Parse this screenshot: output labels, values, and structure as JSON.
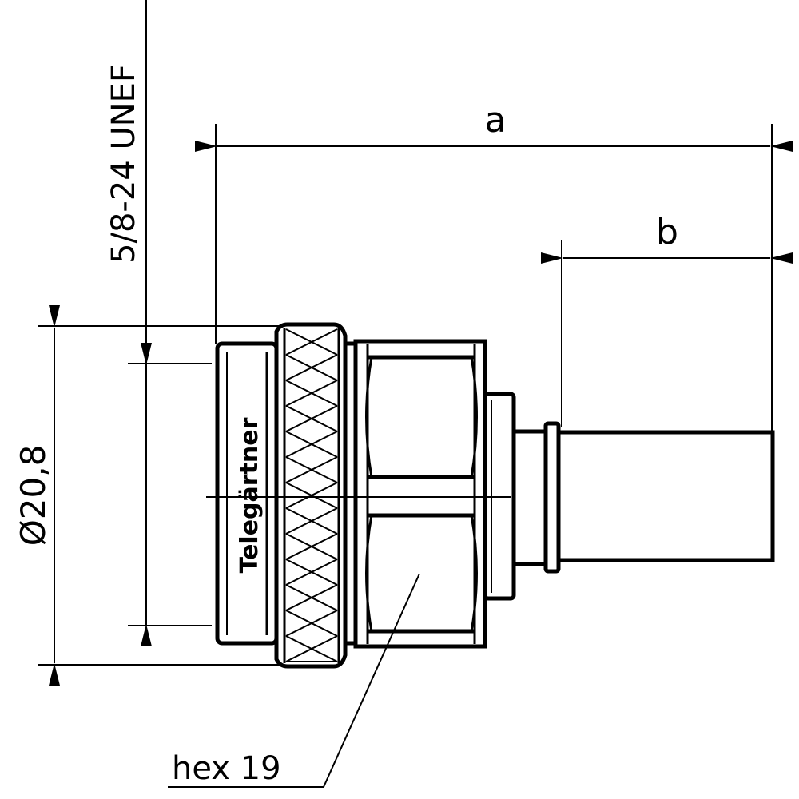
{
  "dimensions": {
    "a": "a",
    "b": "b",
    "thread": "5/8-24 UNEF",
    "diameter": "Ø20,8",
    "hex": "hex 19"
  },
  "logo": "Telegärtner",
  "colors": {
    "line": "#000000",
    "background": "#ffffff"
  }
}
